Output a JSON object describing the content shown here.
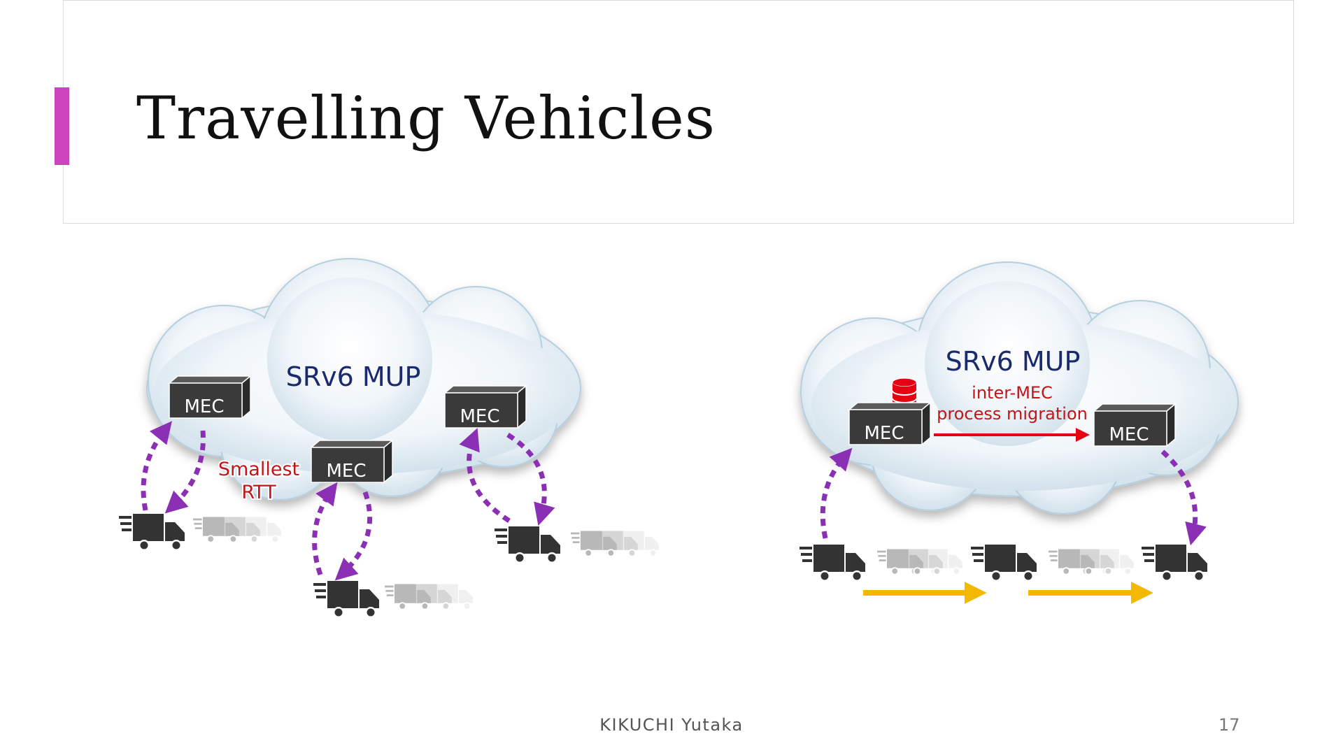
{
  "slide": {
    "title": "Travelling Vehicles",
    "author": "KIKUCHI Yutaka",
    "page_number": "17",
    "accent_color": "#cc44bb"
  },
  "left_diagram": {
    "cloud_label": "SRv6 MUP",
    "node_label": "MEC",
    "annotation_line1": "Smallest",
    "annotation_line2": "RTT"
  },
  "right_diagram": {
    "cloud_label": "SRv6 MUP",
    "node_label": "MEC",
    "migration_line1": "inter-MEC",
    "migration_line2": "process migration",
    "icons": [
      "database-icon"
    ]
  },
  "colors": {
    "cloud_fill": "#e6f0f6",
    "mec_box": "#3a3a3a",
    "link_arrow": "#8b2fb5",
    "migration_arrow": "#e60012",
    "travel_arrow": "#f5b800",
    "label_text": "#1a2a6c",
    "annotation_text": "#c0161a"
  }
}
